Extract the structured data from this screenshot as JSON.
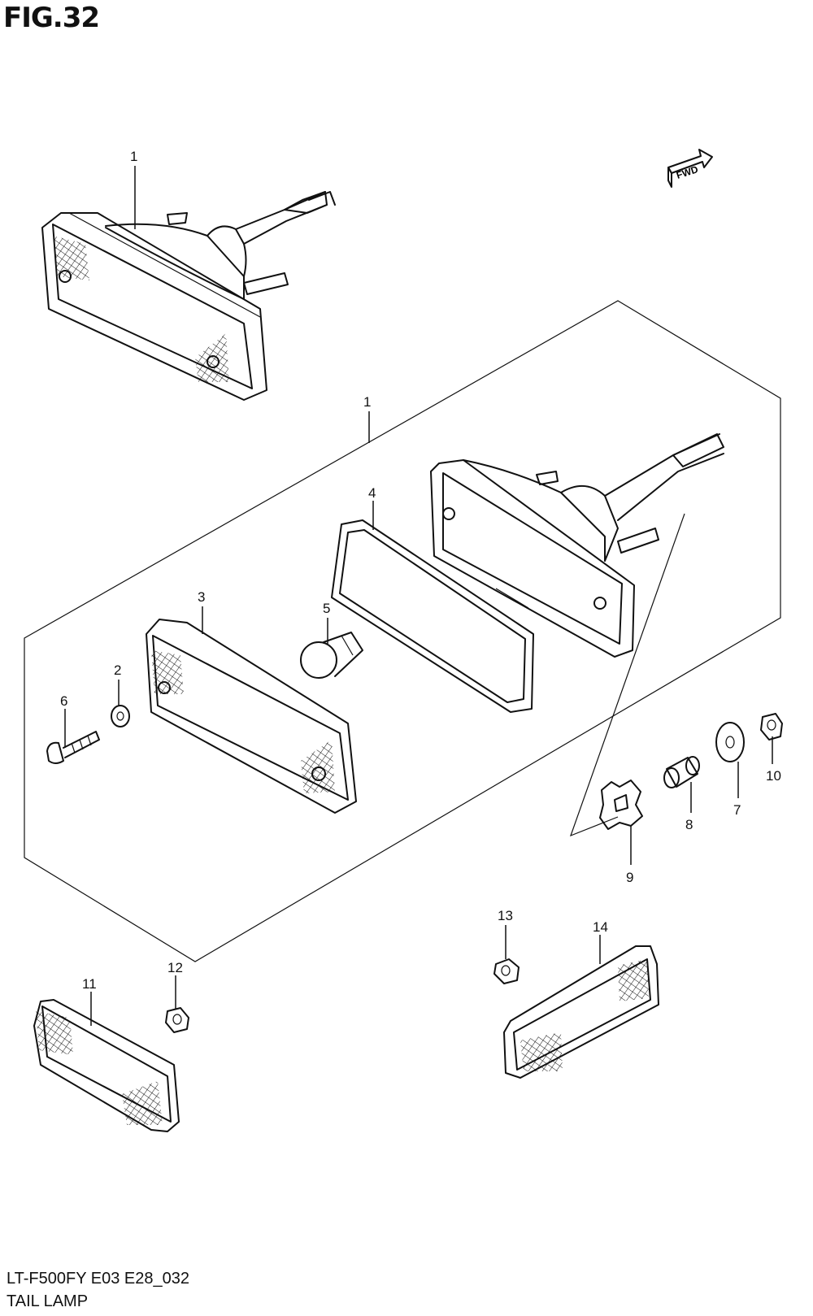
{
  "figure": {
    "title": "FIG.32"
  },
  "footer": {
    "model_code": "LT-F500FY E03 E28_032",
    "section_name": "TAIL LAMP"
  },
  "fwd_marker": {
    "label": "FWD"
  },
  "callouts": {
    "c1a": "1",
    "c1b": "1",
    "c2": "2",
    "c3": "3",
    "c4": "4",
    "c5": "5",
    "c6": "6",
    "c7": "7",
    "c8": "8",
    "c9": "9",
    "c10": "10",
    "c11": "11",
    "c12": "12",
    "c13": "13",
    "c14": "14"
  }
}
